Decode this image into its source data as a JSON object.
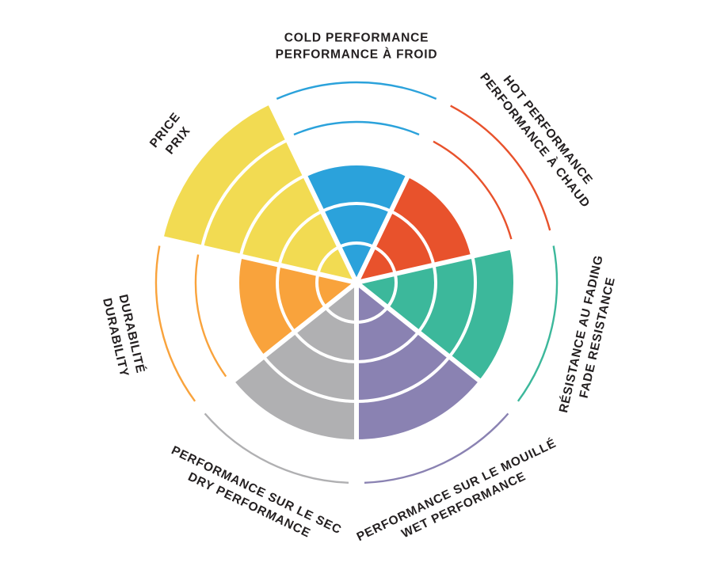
{
  "page": {
    "background": "#ffffff",
    "text_color": "#231f20"
  },
  "chart_data": {
    "type": "polar-sector-radar",
    "title": "",
    "description": "Seven-sector circular rating chart (tyre/brake performance wheel), each sector filled to its score out of 5 rings; thin arcs in the sector colour mark the unfilled ring levels; bilingual EN/FR labels around the rim.",
    "ring_count": 5,
    "value_max": 5,
    "start_angle_deg": -90,
    "direction": "clockwise",
    "grid": {
      "ring_divider_color": "#ffffff",
      "sector_divider_color": "#ffffff"
    },
    "categories": [
      {
        "id": "cold-performance",
        "lines": [
          "COLD PERFORMANCE",
          "PERFORMANCE À FROID"
        ],
        "value": 3,
        "color": "#2BA2DB"
      },
      {
        "id": "hot-performance",
        "lines": [
          "HOT PERFORMANCE",
          "PERFORMANCE À CHAUD"
        ],
        "value": 3,
        "color": "#E8522C"
      },
      {
        "id": "fade-resistance",
        "lines": [
          "RÉSISTANCE AU FADING",
          "FADE RESISTANCE"
        ],
        "value": 4,
        "color": "#3CB89B"
      },
      {
        "id": "wet-performance",
        "lines": [
          "PERFORMANCE SUR LE MOUILLÉ",
          "WET PERFORMANCE"
        ],
        "value": 4,
        "color": "#8A82B2"
      },
      {
        "id": "dry-performance",
        "lines": [
          "PERFORMANCE SUR LE SEC",
          "DRY PERFORMANCE"
        ],
        "value": 4,
        "color": "#B0B0B2"
      },
      {
        "id": "durability",
        "lines": [
          "DURABILITÉ",
          "DURABILITY"
        ],
        "value": 3,
        "color": "#F9A33C"
      },
      {
        "id": "price",
        "lines": [
          "PRICE",
          "PRIX"
        ],
        "value": 5,
        "color": "#F2DB52"
      }
    ]
  }
}
